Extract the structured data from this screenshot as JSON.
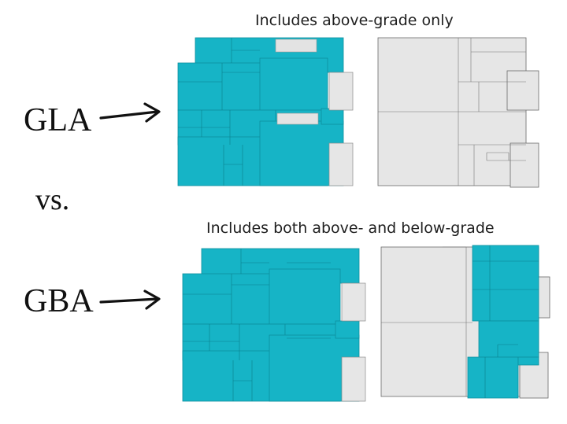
{
  "labels": {
    "top_caption": "Includes above-grade only",
    "bottom_caption": "Includes both above- and below-grade",
    "gla": "GLA",
    "vs": "vs.",
    "gba": "GBA"
  },
  "colors": {
    "included_fill": "#16b4c6",
    "excluded_fill": "#e6e6e6",
    "wall_stroke": "#6a6a6a",
    "text": "#111111"
  },
  "plans": {
    "gla_above": {
      "included": true
    },
    "gla_below": {
      "included": false
    },
    "gba_above": {
      "included": true
    },
    "gba_below": {
      "included": "partial"
    }
  },
  "icons": [
    "right-arrow-icon"
  ]
}
